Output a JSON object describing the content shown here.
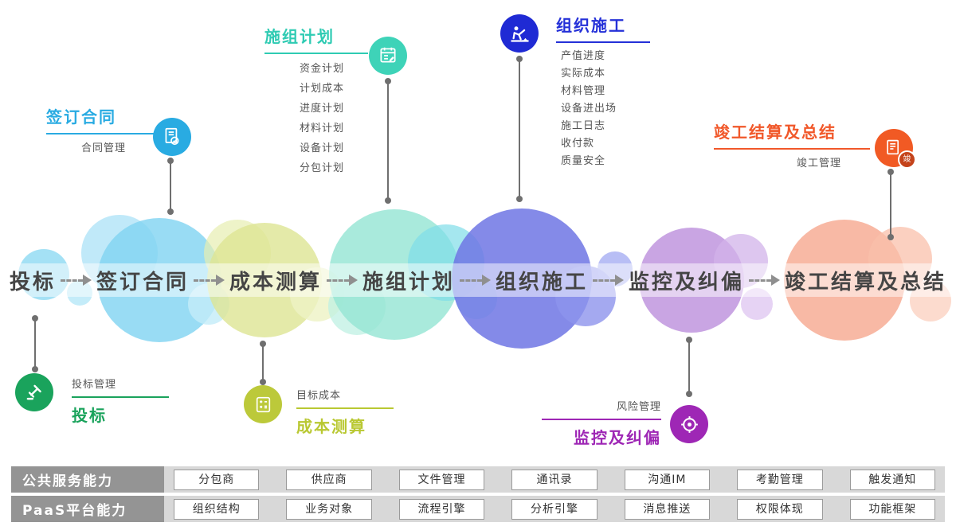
{
  "timeline": {
    "stages": [
      {
        "label": "投标"
      },
      {
        "label": "签订合同"
      },
      {
        "label": "成本测算"
      },
      {
        "label": "施组计划"
      },
      {
        "label": "组织施工"
      },
      {
        "label": "监控及纠偏"
      },
      {
        "label": "竣工结算及总结"
      }
    ]
  },
  "callouts": {
    "bidding": {
      "title": "投标",
      "subtitle": "投标管理"
    },
    "sign_contract": {
      "title": "签订合同",
      "subtitle": "合同管理"
    },
    "cost_estimation": {
      "title": "成本测算",
      "subtitle": "目标成本"
    },
    "construction_plan": {
      "title": "施组计划",
      "items": [
        "资金计划",
        "计划成本",
        "进度计划",
        "材料计划",
        "设备计划",
        "分包计划"
      ]
    },
    "organize_construction": {
      "title": "组织施工",
      "items": [
        "产值进度",
        "实际成本",
        "材料管理",
        "设备进出场",
        "施工日志",
        "收付款",
        "质量安全"
      ]
    },
    "monitoring": {
      "title": "监控及纠偏",
      "subtitle": "风险管理"
    },
    "completion": {
      "title": "竣工结算及总结",
      "subtitle": "竣工管理",
      "badge": "竣"
    }
  },
  "capability_rows": [
    {
      "label": "公共服务能力",
      "items": [
        "分包商",
        "供应商",
        "文件管理",
        "通讯录",
        "沟通IM",
        "考勤管理",
        "触发通知"
      ]
    },
    {
      "label": "PaaS平台能力",
      "items": [
        "组织结构",
        "业务对象",
        "流程引擎",
        "分析引擎",
        "消息推送",
        "权限体现",
        "功能框架"
      ]
    }
  ],
  "colors": {
    "bidding_green": "#1aa35c",
    "contract_blue": "#29abe2",
    "cost_yellowgreen": "#b9c832",
    "plan_teal": "#2fcbb3",
    "construction_blue": "#2430d8",
    "monitor_purple": "#9e27b5",
    "completion_orange": "#f1582a"
  }
}
